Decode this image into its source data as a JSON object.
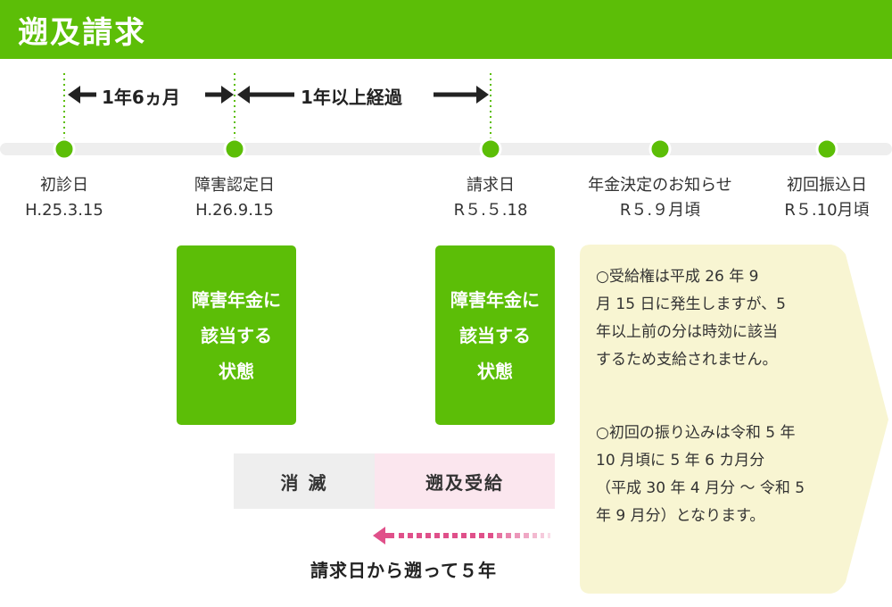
{
  "header": {
    "title": "遡及請求"
  },
  "measures": {
    "first": "1年6ヵ月",
    "second": "1年以上経過"
  },
  "timeline": [
    {
      "label": "初診日",
      "date": "H.25.3.15"
    },
    {
      "label": "障害認定日",
      "date": "H.26.9.15"
    },
    {
      "label": "請求日",
      "date": "R５.５.18"
    },
    {
      "label": "年金決定のお知らせ",
      "date": "R５.９月頃"
    },
    {
      "label": "初回振込日",
      "date": "R５.10月頃"
    }
  ],
  "boxes": [
    {
      "lines": [
        "障害年金に",
        "該当する",
        "状態"
      ]
    },
    {
      "lines": [
        "障害年金に",
        "該当する",
        "状態"
      ]
    }
  ],
  "bar": {
    "left": "消 滅",
    "right": "遡及受給"
  },
  "retro_caption": "請求日から遡って５年",
  "note": {
    "para1": [
      "○受給権は平成 26 年 9",
      "月 15 日に発生しますが、5",
      "年以上前の分は時効に該当",
      "するため支給されません。"
    ],
    "para2": [
      "○初回の振り込みは令和 5 年",
      "10 月頃に 5 年 6 カ月分",
      "（平成 30 年 4 月分 〜 令和 5",
      "年 9 月分）となります。"
    ]
  },
  "colors": {
    "green": "#5cbe07",
    "note_bg": "#f8f5d2",
    "pink": "#e0508a",
    "bar_grey": "#eeeeee",
    "bar_pink": "#fbe6ee"
  }
}
